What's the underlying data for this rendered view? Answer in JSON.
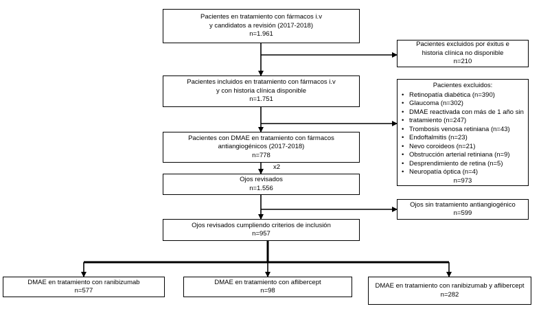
{
  "boxes": {
    "start": {
      "line1": "Pacientes en tratamiento con fármacos i.v",
      "line2": "y candidatos a revisión (2017-2018)",
      "count": "n=1.961"
    },
    "excluded1": {
      "line1": "Pacientes excluidos por éxitus e",
      "line2": "historia clínica no disponible",
      "count": "n=210"
    },
    "included": {
      "line1": "Pacientes incluidos en tratamiento con fármacos i.v",
      "line2": "y con historia clínica disponible",
      "count": "n=1.751"
    },
    "excluded2": {
      "title": "Pacientes excluidos:",
      "items": [
        "Retinopatía diabética (n=390)",
        "Glaucoma (n=302)",
        "DMAE reactivada con más de 1 año sin",
        "tratamiento (n=247)",
        "Trombosis venosa retiniana (n=43)",
        "Endoftalmitis (n=23)",
        "Nevo coroideos (n=21)",
        "Obstrucción arterial retiniana (n=9)",
        "Desprendimiento de retina (n=5)",
        "Neuropatía óptica (n=4)"
      ],
      "count": "n=973"
    },
    "dmae": {
      "line1": "Pacientes con DMAE en tratamiento con fármacos",
      "line2": "antiangiogénicos (2017-2018)",
      "count": "n=778"
    },
    "eyes": {
      "line1": "Ojos revisados",
      "count": "n=1.556"
    },
    "noTreatment": {
      "line1": "Ojos sin tratamiento antiangiogénico",
      "count": "n=599"
    },
    "eyesIncluded": {
      "line1": "Ojos revisados cumpliendo criterios de inclusión",
      "count": "n=957"
    },
    "ranibizumab": {
      "line1": "DMAE en tratamiento con ranibizumab",
      "count": "n=577"
    },
    "aflibercept": {
      "line1": "DMAE en tratamiento con aflibercept",
      "count": "n=98"
    },
    "both": {
      "line1": "DMAE en tratamiento con ranibizumab y aflibercept",
      "count": "n=282"
    }
  },
  "labels": {
    "x2": "x2"
  }
}
